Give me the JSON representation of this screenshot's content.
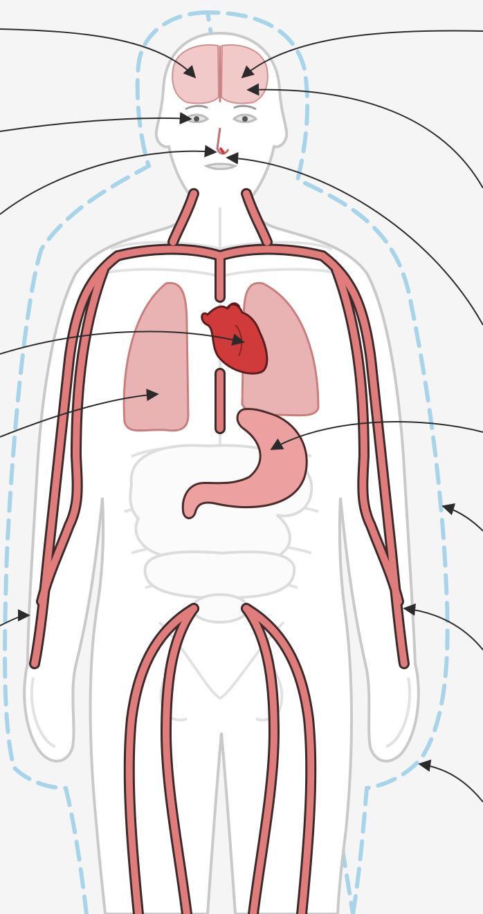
{
  "colors": {
    "background": "#f5f5f5",
    "body_fill": "#ffffff",
    "body_outline": "#c9c9c9",
    "skeleton_outline": "#e2e2e2",
    "vessel_fill": "#e07c7c",
    "vessel_outline": "#3a2a2a",
    "organ_fill": "#eab3b3",
    "brain_fill": "#f1c9c9",
    "heart_fill": "#d03a3a",
    "stomach_fill": "#eca0a0",
    "aura_dash": "#a8d4ea",
    "leader_line": "#2b2b2b"
  },
  "figure": {
    "type": "human body anatomy illustration",
    "organs": [
      "brain",
      "eyes",
      "nose",
      "heart",
      "lungs",
      "stomach",
      "intestines",
      "blood vessels",
      "skin"
    ],
    "labels": []
  }
}
